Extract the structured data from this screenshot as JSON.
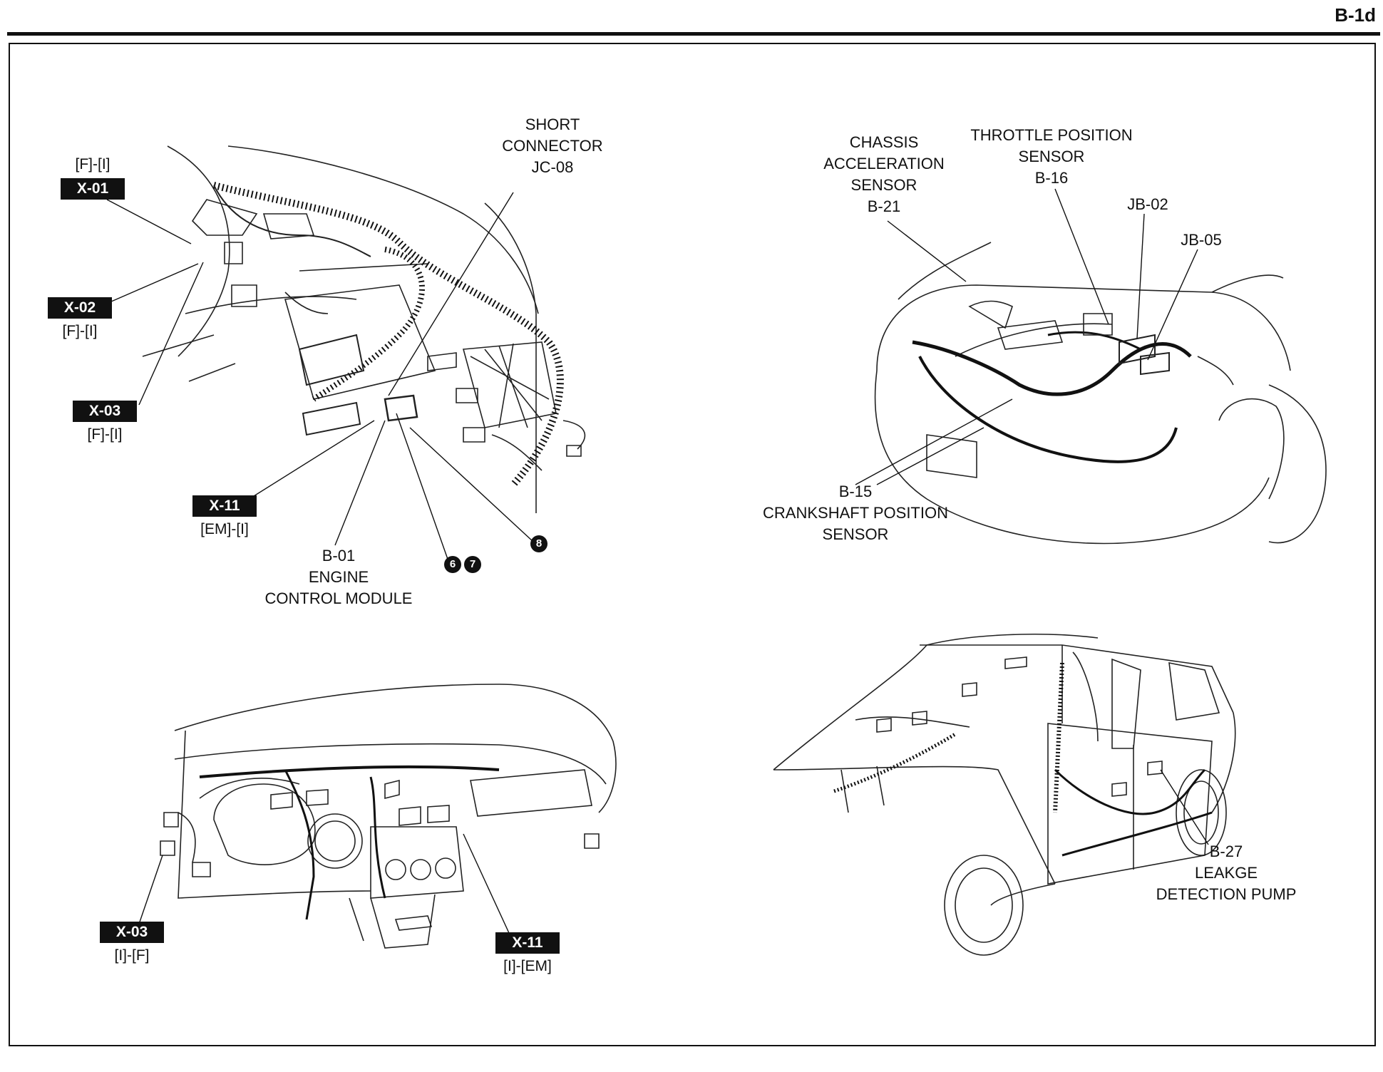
{
  "page_id": "B-1d",
  "upper_left": {
    "short_connector": [
      "SHORT",
      "CONNECTOR",
      "JC-08"
    ],
    "ecm": [
      "B-01",
      "ENGINE",
      "CONTROL MODULE"
    ],
    "connectors": [
      {
        "tag": "X-01",
        "sub": "[F]-[I]"
      },
      {
        "tag": "X-02",
        "sub": "[F]-[I]"
      },
      {
        "tag": "X-03",
        "sub": "[F]-[I]"
      },
      {
        "tag": "X-11",
        "sub": "[EM]-[I]"
      }
    ],
    "circles": [
      "6",
      "7",
      "8"
    ]
  },
  "upper_right": {
    "chassis_accel": [
      "CHASSIS",
      "ACCELERATION",
      "SENSOR",
      "B-21"
    ],
    "throttle": [
      "THROTTLE POSITION",
      "SENSOR",
      "B-16"
    ],
    "jb02": "JB-02",
    "jb05": "JB-05",
    "crankshaft": [
      "B-15",
      "CRANKSHAFT POSITION",
      "SENSOR"
    ]
  },
  "lower_left": {
    "connectors": [
      {
        "tag": "X-03",
        "sub": "[I]-[F]"
      },
      {
        "tag": "X-11",
        "sub": "[I]-[EM]"
      }
    ]
  },
  "lower_right": {
    "leak_pump": [
      "B-27",
      "LEAKGE",
      "DETECTION PUMP"
    ]
  }
}
